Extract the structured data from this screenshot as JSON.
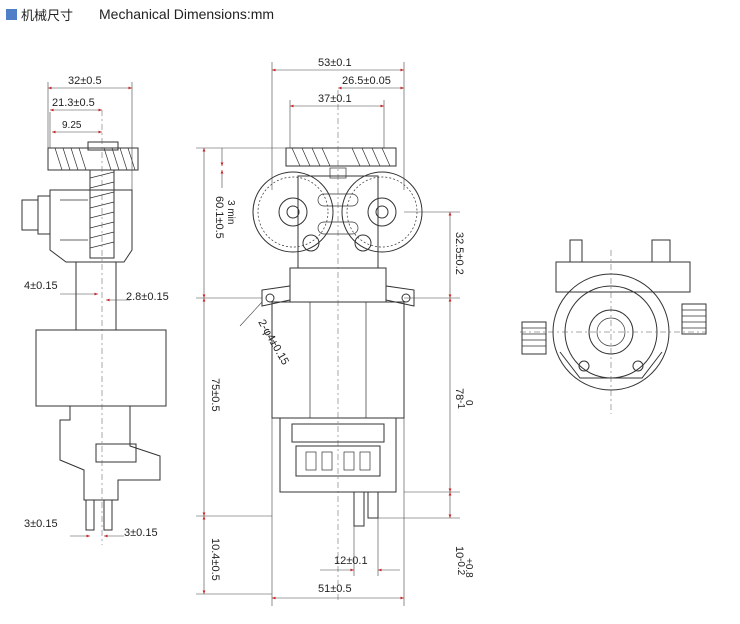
{
  "header": {
    "title_cn": "机械尺寸",
    "title_en": "Mechanical Dimensions:mm",
    "marker_color": "#4f7fc6"
  },
  "dimensions": {
    "side_width": "32±0.5",
    "side_gear": "21.3±0.5",
    "side_small": "9.25",
    "side_4": "4±0.15",
    "side_28": "2.8±0.15",
    "side_3a": "3±0.15",
    "side_3b": "3±0.15",
    "front_53": "53±0.1",
    "front_265": "26.5±0.05",
    "front_37": "37±0.1",
    "front_60": "60.1±0.5",
    "front_3min": "3 min",
    "front_325": "32.5±0.2",
    "front_hole": "2-φ4±0.15",
    "front_75": "75±0.5",
    "front_78_main": "78",
    "front_78_tol_up": "0",
    "front_78_tol_dn": "-1",
    "front_104": "10.4±0.5",
    "front_12": "12±0.1",
    "front_10_main": "10",
    "front_10_tol_up": "+0.8",
    "front_10_tol_dn": "-0.2",
    "front_51": "51±0.5"
  },
  "colors": {
    "arrow": "#cc2222",
    "line": "#333333"
  }
}
